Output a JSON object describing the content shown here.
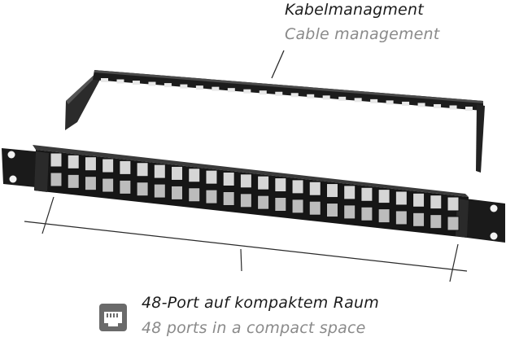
{
  "cable_management": {
    "label_de": "Kabelmanagment",
    "label_en": "Cable management"
  },
  "ports": {
    "label_de": "48-Port auf kompaktem Raum",
    "label_en": "48 ports in a compact space",
    "icon": "ethernet-port-icon"
  },
  "panel": {
    "color": "#1a1a1a",
    "icon_color": "#666666"
  }
}
